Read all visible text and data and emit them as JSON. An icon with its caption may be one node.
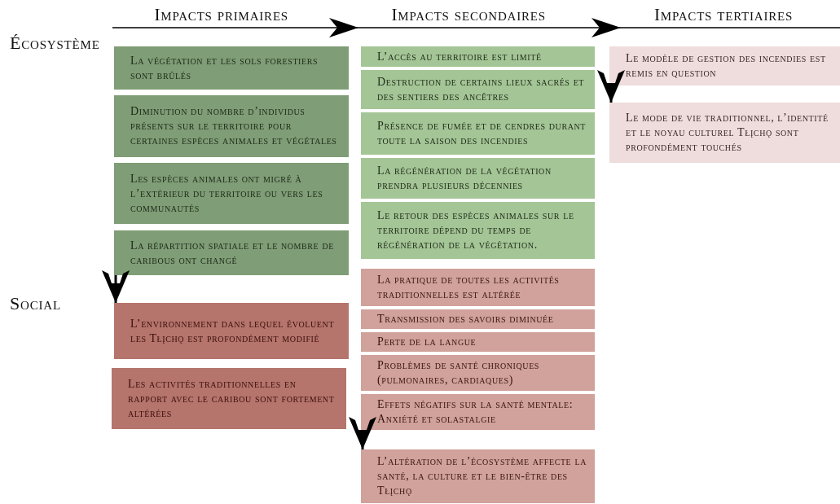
{
  "diagram": {
    "nodes": [
      {
        "text": [
          "La végétation et les sols forestiers sont brûlés"
        ]
      },
      {
        "text": [
          "Diminution du nombre d’individus présents sur le territoire pour certaines espèces animales et végétales"
        ]
      },
      {
        "text": [
          "Les espèces animales ont migré à l’extérieur du territoire ou vers les communautés"
        ]
      },
      {
        "text": [
          "La répartition spatiale et le nombre de caribous ont changé"
        ]
      },
      {
        "text": [
          "L’environnement dans lequel évoluent les Tłı̨chǫ est profondément modifié"
        ]
      },
      {
        "text": [
          "Les activités traditionnelles en rapport avec le caribou sont fortement altérées"
        ]
      },
      {
        "text": [
          "L’accès au territoire est limité"
        ]
      },
      {
        "text": [
          "Destruction de certains lieux sacrés et des sentiers des ancêtres"
        ]
      },
      {
        "text": [
          "Présence de fumée et de cendres durant toute la saison des incendies"
        ]
      },
      {
        "text": [
          "La régénération de la végétation prendra plusieurs décennies"
        ]
      },
      {
        "text": [
          "Le retour des espèces animales sur le territoire dépend du temps de régénération de la végétation."
        ]
      },
      {
        "text": [
          "La pratique de toutes les activités traditionnelles est altérée"
        ]
      },
      {
        "text": [
          "Transmission des savoirs diminuée"
        ]
      },
      {
        "text": [
          "Perte de la langue"
        ]
      },
      {
        "text": [
          "Problèmes de santé chroniques (pulmonaires, cardiaques)"
        ]
      },
      {
        "text": [
          "Effets négatifs sur la santé mentale: Anxiété et solastalgie"
        ]
      },
      {
        "text": [
          "L’altération de l’écosystème affecte la santé, la culture et le bien-être des Tłı̨chǫ"
        ]
      },
      {
        "text": [
          "Le modèle de gestion des incendies est remis en question"
        ]
      },
      {
        "text": [
          "Le mode de vie traditionnel, l’identité et le noyau culturel Tłı̨chǫ sont profondément touchés"
        ]
      }
    ],
    "edges": [
      {
        "from": 3,
        "to": 4,
        "arrow": "to"
      },
      {
        "from": 15,
        "to": 16,
        "arrow": "to"
      },
      {
        "from": 17,
        "to": 18,
        "arrow": "to"
      }
    ],
    "labels": [
      "Impacts primaires",
      "Impacts secondaires",
      "Impacts tertiaires",
      "Écosystème",
      "Social"
    ]
  }
}
